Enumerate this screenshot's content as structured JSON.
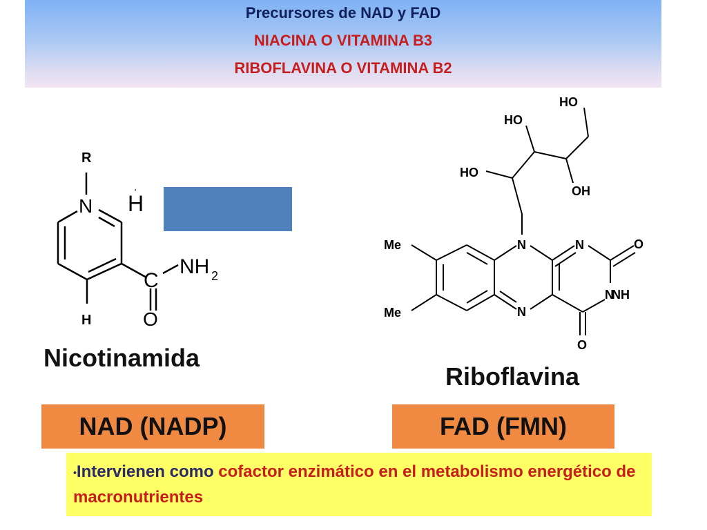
{
  "header": {
    "line1": "Precursores de NAD y FAD",
    "line2": "NIACINA O VITAMINA B3",
    "line3": "RIBOFLAVINA O VITAMINA B2"
  },
  "nicotinamide_structure": {
    "atoms": [
      "R",
      "N",
      "H",
      "H",
      "C",
      "NH",
      "2",
      "O"
    ]
  },
  "riboflavin_structure": {
    "atoms": [
      "HO",
      "HO",
      "HO",
      "OH",
      "Me",
      "Me",
      "N",
      "N",
      "N",
      "N",
      "O",
      "NH",
      "O"
    ]
  },
  "labels": {
    "nicotinamida": "Nicotinamida",
    "riboflavina": "Riboflavina",
    "nad": "NAD (NADP)",
    "fad": "FAD (FMN)"
  },
  "note": {
    "bullet": "•",
    "part1": "Intervienen  como ",
    "part2": "cofactor enzimático en el metabolismo energético de macronutrientes"
  },
  "colors": {
    "header_top": "#7fb2f5",
    "red_text": "#c81d1d",
    "blue_box": "#4f81bd",
    "orange": "#f08a42",
    "yellow": "#ffff66"
  }
}
